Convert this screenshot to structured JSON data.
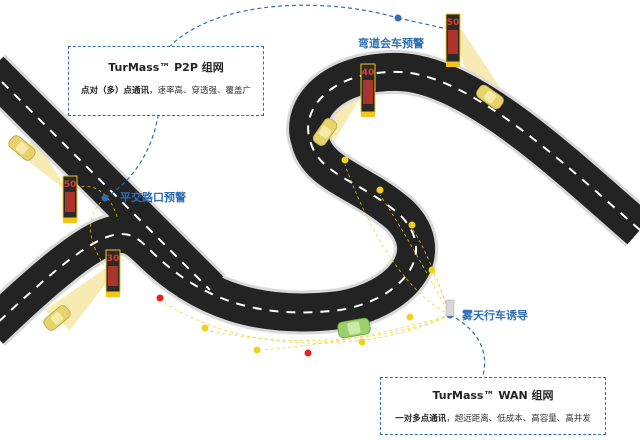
{
  "p2p_box": {
    "title": "TurMass™ P2P 组网",
    "desc_bold": "点对（多）点通讯",
    "desc_rest": "，速率高、穿透强、覆盖广"
  },
  "wan_box": {
    "title": "TurMass™ WAN 组网",
    "desc_bold": "一对多点通讯",
    "desc_rest": "，超远距离、低成本、高容量、高并发"
  },
  "labels": {
    "crossing_warning": "平交路口预警",
    "curve_warning": "弯道会车预警",
    "fog_guidance": "雾天行车诱导"
  },
  "signs": [
    {
      "id": "sign-top-right",
      "speed": "50"
    },
    {
      "id": "sign-curve",
      "speed": "40"
    },
    {
      "id": "sign-left",
      "speed": "50"
    },
    {
      "id": "sign-lower-left",
      "speed": "30"
    }
  ],
  "colors": {
    "road": "#232323",
    "road_edge": "#d9d9d9",
    "lane_mark": "#ffffff",
    "accent_blue": "#2f6db5",
    "beam_yellow": "#f3e49a",
    "node_yellow": "#f2cf1f",
    "node_red": "#e8231d",
    "car_yellow": "#e7d36b",
    "car_green": "#9bd06a",
    "sign_housing": "#2a2a2a",
    "sign_base": "#f3c51b"
  }
}
